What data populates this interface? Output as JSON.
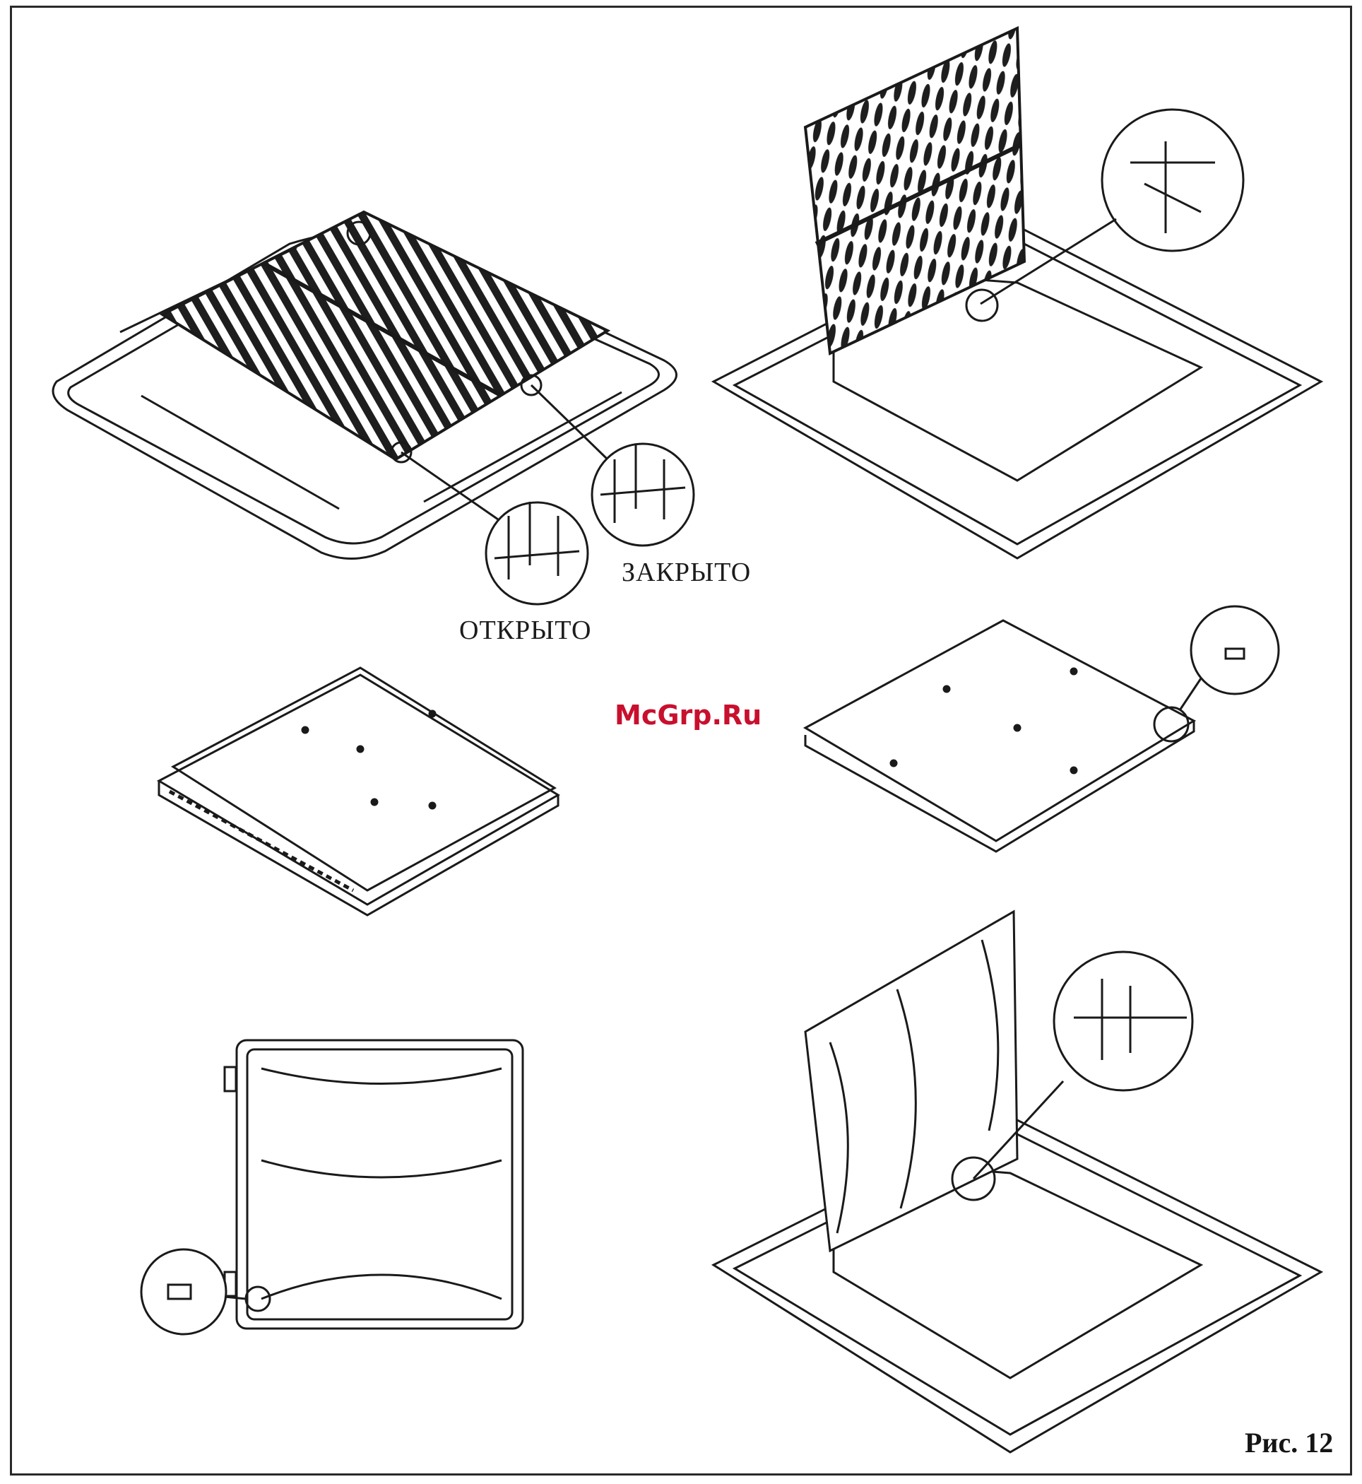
{
  "labels": {
    "closed": "ЗАКРЫТО",
    "open": "ОТКРЫТО",
    "watermark": "McGrp.Ru",
    "figure": "Рис. 12"
  },
  "colors": {
    "line": "#1a1a1a",
    "watermark": "#c8102e",
    "background": "#ffffff"
  }
}
